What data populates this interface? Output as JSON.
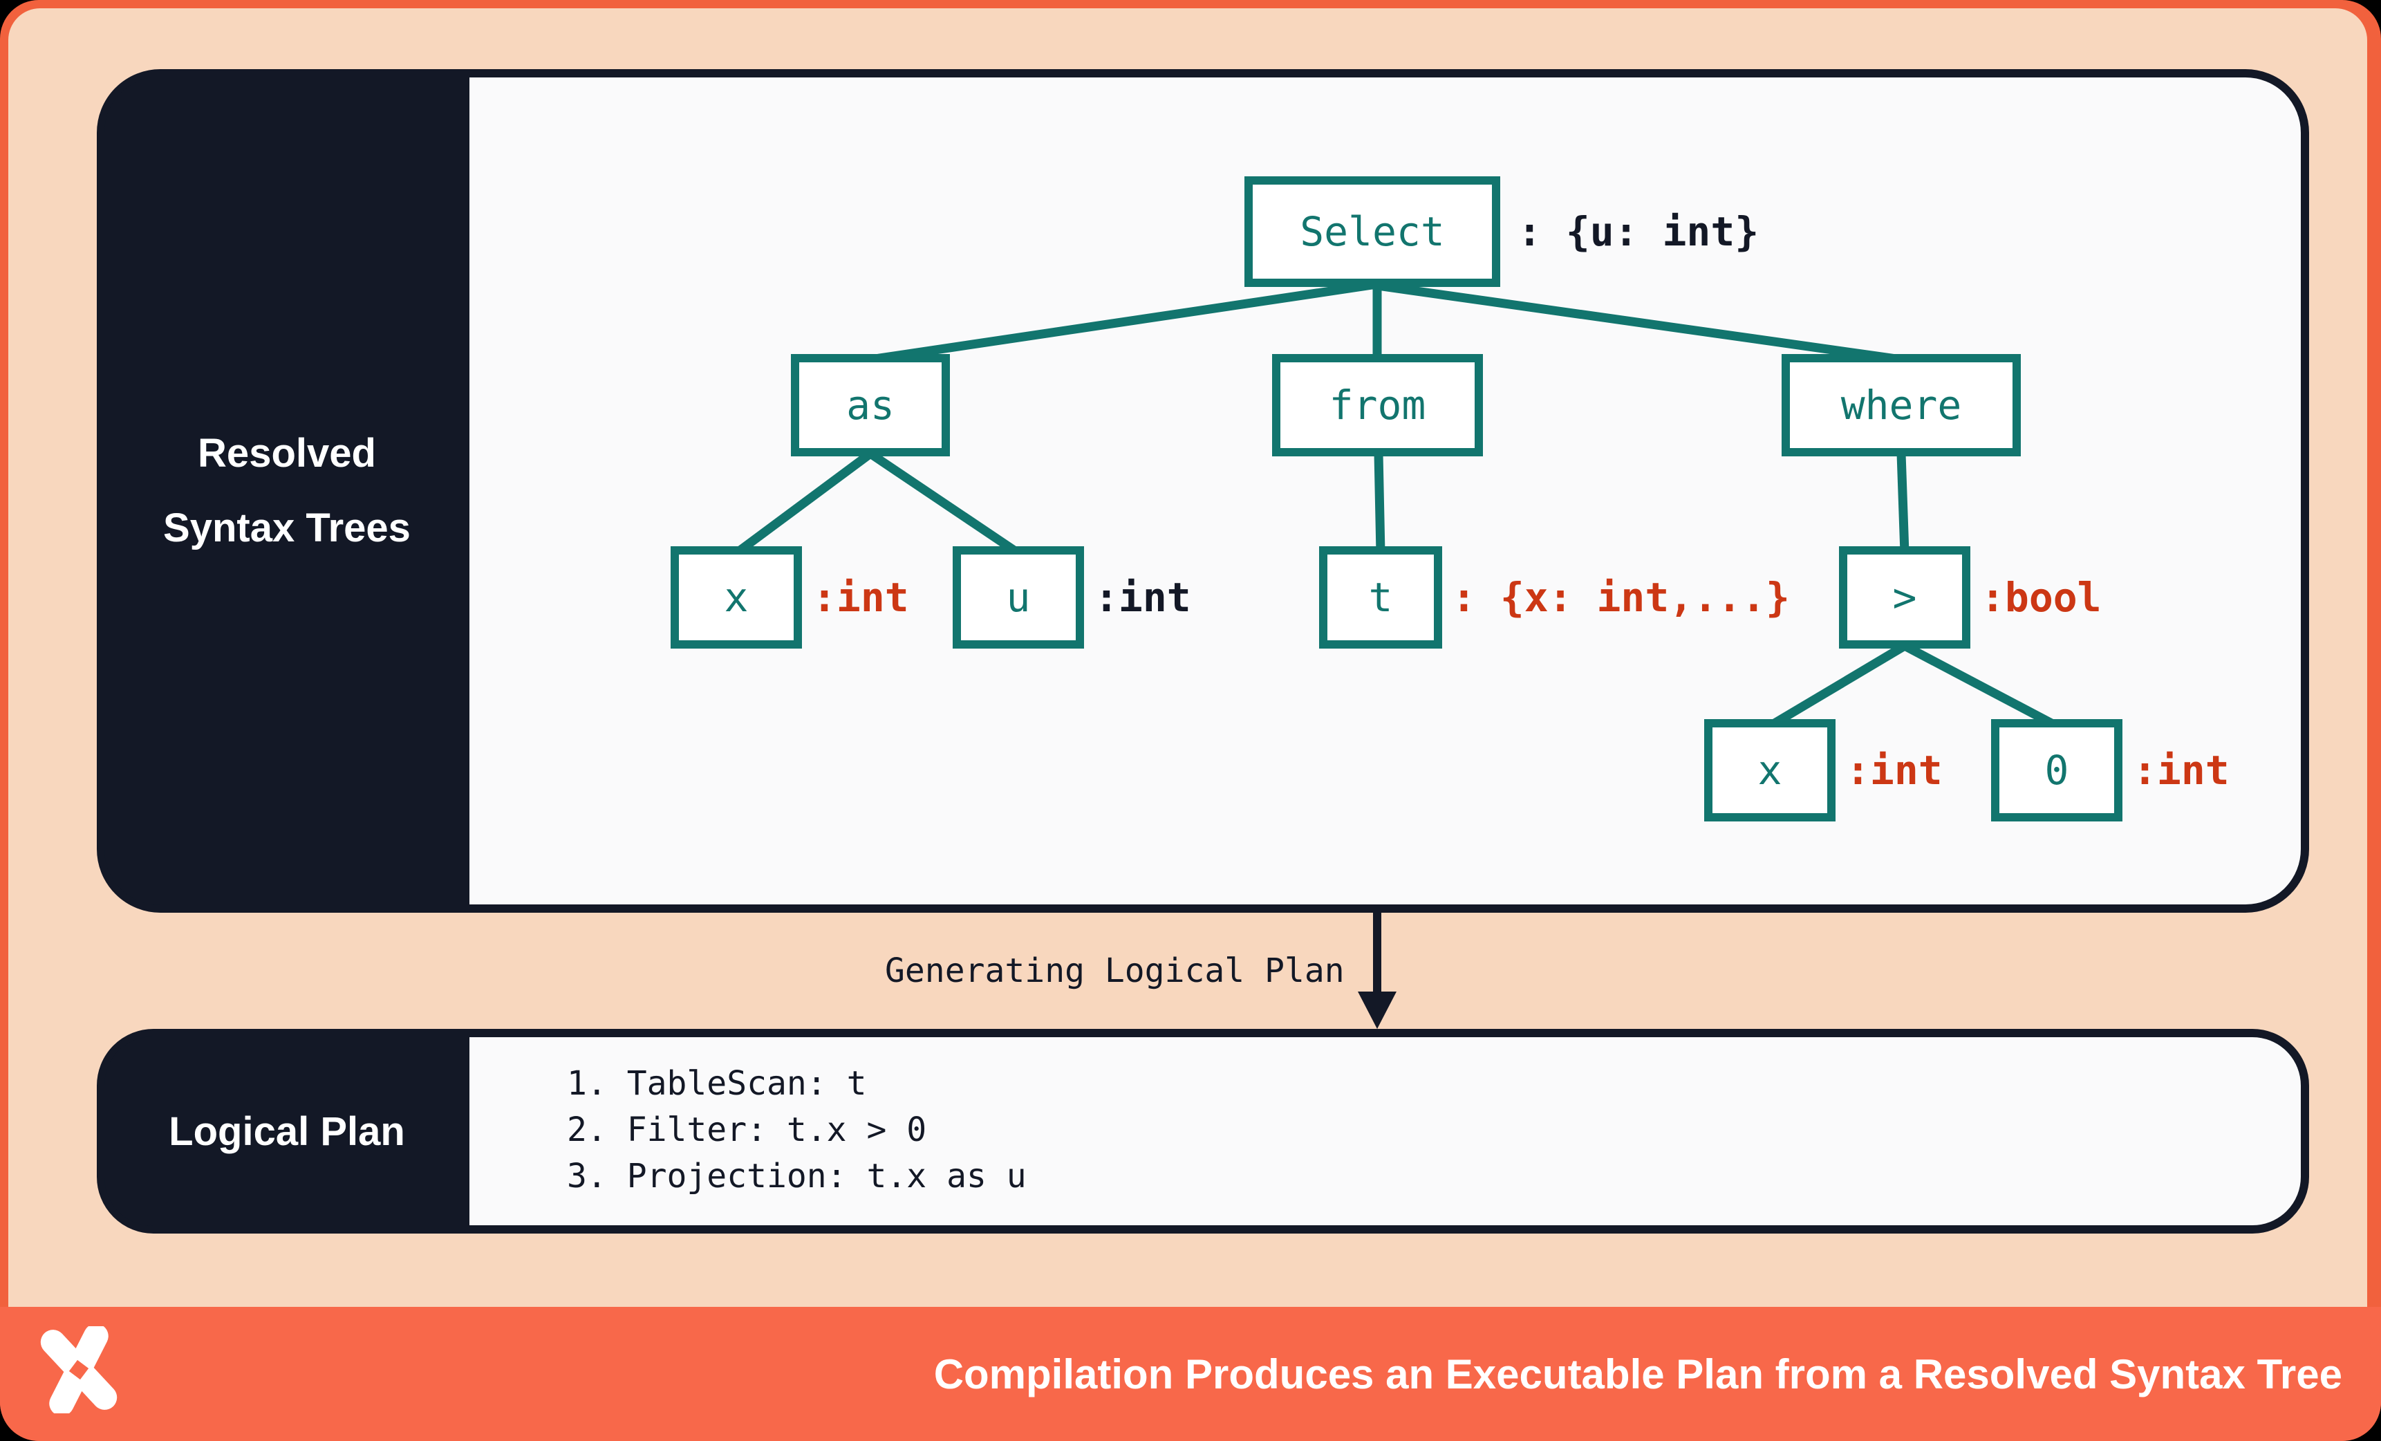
{
  "colors": {
    "frame_orange": "#F1613D",
    "footer_orange": "#F8684A",
    "peach_background": "#F8D7BE",
    "navy": "#131826",
    "card_background": "#FAFAFB",
    "teal_node": "#12756E",
    "red_type": "#CC3714",
    "white": "#FFFFFF"
  },
  "rst_panel": {
    "label_line1": "Resolved",
    "label_line2": "Syntax Trees"
  },
  "tree": {
    "nodes": [
      {
        "id": "select",
        "label": "Select",
        "type": ": {u: int}",
        "type_color": "dark"
      },
      {
        "id": "as",
        "label": "as",
        "type": "",
        "type_color": ""
      },
      {
        "id": "from",
        "label": "from",
        "type": "",
        "type_color": ""
      },
      {
        "id": "where",
        "label": "where",
        "type": "",
        "type_color": ""
      },
      {
        "id": "x",
        "label": "x",
        "type": ":int",
        "type_color": "red"
      },
      {
        "id": "u",
        "label": "u",
        "type": ":int",
        "type_color": "dark"
      },
      {
        "id": "t",
        "label": "t",
        "type": ": {x: int,...}",
        "type_color": "red"
      },
      {
        "id": "gt",
        "label": ">",
        "type": ":bool",
        "type_color": "red"
      },
      {
        "id": "x2",
        "label": "x",
        "type": ":int",
        "type_color": "red"
      },
      {
        "id": "zero",
        "label": "0",
        "type": ":int",
        "type_color": "red"
      }
    ],
    "edges": [
      [
        "select",
        "as"
      ],
      [
        "select",
        "from"
      ],
      [
        "select",
        "where"
      ],
      [
        "as",
        "x"
      ],
      [
        "as",
        "u"
      ],
      [
        "from",
        "t"
      ],
      [
        "where",
        "gt"
      ],
      [
        "gt",
        "x2"
      ],
      [
        "gt",
        "zero"
      ]
    ]
  },
  "transition": {
    "label": "Generating Logical Plan",
    "arrow": "down-arrow-icon"
  },
  "logical_plan": {
    "label": "Logical Plan",
    "steps": [
      "1. TableScan: t",
      "2. Filter: t.x > 0",
      "3. Projection: t.x as u"
    ]
  },
  "footer": {
    "logo": "pinwheel-x-logo",
    "title": "Compilation Produces an Executable Plan from a Resolved Syntax Tree"
  }
}
